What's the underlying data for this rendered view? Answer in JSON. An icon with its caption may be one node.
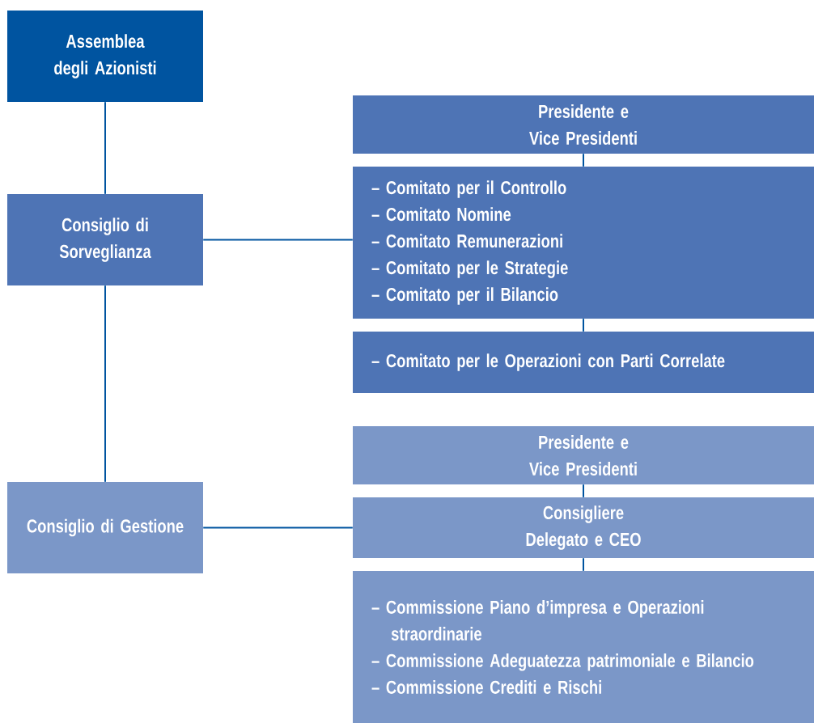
{
  "diagram": {
    "nodes": [
      {
        "text": [
          "Assemblea degli Azionisti"
        ]
      },
      {
        "text": [
          "Consiglio di Sorveglianza"
        ]
      },
      {
        "text": [
          "Consiglio di Gestione"
        ]
      },
      {
        "text": [
          "Presidente e Vice Presidenti"
        ]
      },
      {
        "text": [
          "– Comitato per il Controllo",
          "– Comitato Nomine",
          "– Comitato Remunerazioni",
          "– Comitato per le Strategie",
          "– Comitato per il Bilancio"
        ]
      },
      {
        "text": [
          "– Comitato per le Operazioni con Parti Correlate"
        ]
      },
      {
        "text": [
          "Presidente e Vice Presidenti"
        ]
      },
      {
        "text": [
          "Consigliere Delegato e CEO"
        ]
      },
      {
        "text": [
          "– Commissione Piano d’impresa e Operazioni straordinarie",
          "– Commissione Adeguatezza patrimoniale e Bilancio",
          "– Commissione Crediti e Rischi"
        ]
      }
    ],
    "edges": [
      {
        "from": 0,
        "to": 1,
        "arrow": "none"
      },
      {
        "from": 1,
        "to": 2,
        "arrow": "none"
      },
      {
        "from": 1,
        "to": 4,
        "arrow": "none"
      },
      {
        "from": 3,
        "to": 4,
        "arrow": "none"
      },
      {
        "from": 4,
        "to": 5,
        "arrow": "none"
      },
      {
        "from": 2,
        "to": 7,
        "arrow": "none"
      },
      {
        "from": 6,
        "to": 7,
        "arrow": "none"
      },
      {
        "from": 7,
        "to": 8,
        "arrow": "none"
      }
    ]
  }
}
